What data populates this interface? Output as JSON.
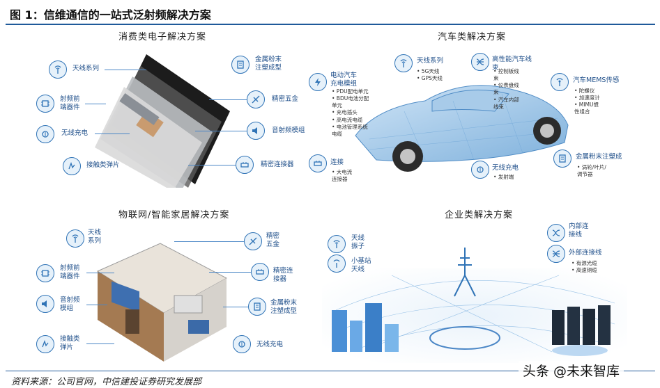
{
  "figure_title": "图 1：信维通信的一站式泛射频解决方案",
  "source": "资料来源：公司官网，中信建投证券研究发展部",
  "watermark": "头条 @未来智库",
  "consumer": {
    "title": "消费类电子解决方案",
    "labels": {
      "antenna": "天线系列",
      "rf_front": "射频前\n端器件",
      "wireless": "无线充电",
      "spring": "接触类弹片",
      "metal_powder": "金属粉末\n注塑成型",
      "precision_hw": "精密五金",
      "audio_rf": "音射频模组",
      "precision_conn": "精密连接器"
    }
  },
  "auto": {
    "title": "汽车类解决方案",
    "labels": {
      "ev_charge": "电动汽车\n充电模组",
      "ev_charge_sub": "• PDU配电单元\n• BDU电池分配\n  单元\n• 充电插头\n• 高电流电缆\n• 电池管理系统\n  电缆",
      "antenna": "天线系列",
      "antenna_sub": "• 5G天线\n• GPS天线",
      "hv_harness": "高性能汽车线\n束",
      "hv_harness_sub": "• 控制板线\n  束\n• 仪表盘线\n  束\n• 汽车内部\n  线束",
      "mems": "汽车MEMS传感",
      "mems_sub": "• 陀螺仪\n• 加速度计\n• MIMU惯\n  性组合",
      "connector": "连接",
      "connector_sub": "• 大电流\n  连接器",
      "wireless": "无线充电",
      "wireless_sub": "• 发射端",
      "metal": "金属粉末注塑成",
      "metal_sub": "• 涡轮/叶片/\n  调节器"
    }
  },
  "iot": {
    "title": "物联网/智能家居解决方案",
    "labels": {
      "antenna": "天线\n系列",
      "rf_front": "射频前\n端器件",
      "audio_rf": "音射频\n模组",
      "spring": "接触类\n弹片",
      "precision_hw": "精密\n五金",
      "precision_conn": "精密连\n接器",
      "metal_powder": "金属粉末\n注塑成型",
      "wireless": "无线充电"
    }
  },
  "enterprise": {
    "title": "企业类解决方案",
    "labels": {
      "antenna": "天线\n振子",
      "small_bs": "小基站\n天线",
      "internal": "内部连\n接线",
      "external": "外部连接线",
      "external_sub": "• 有源光缆\n• 高速铜缆"
    }
  },
  "colors": {
    "accent": "#2f73b6",
    "label": "#1f4f8a",
    "rule": "#1f5a9a"
  }
}
